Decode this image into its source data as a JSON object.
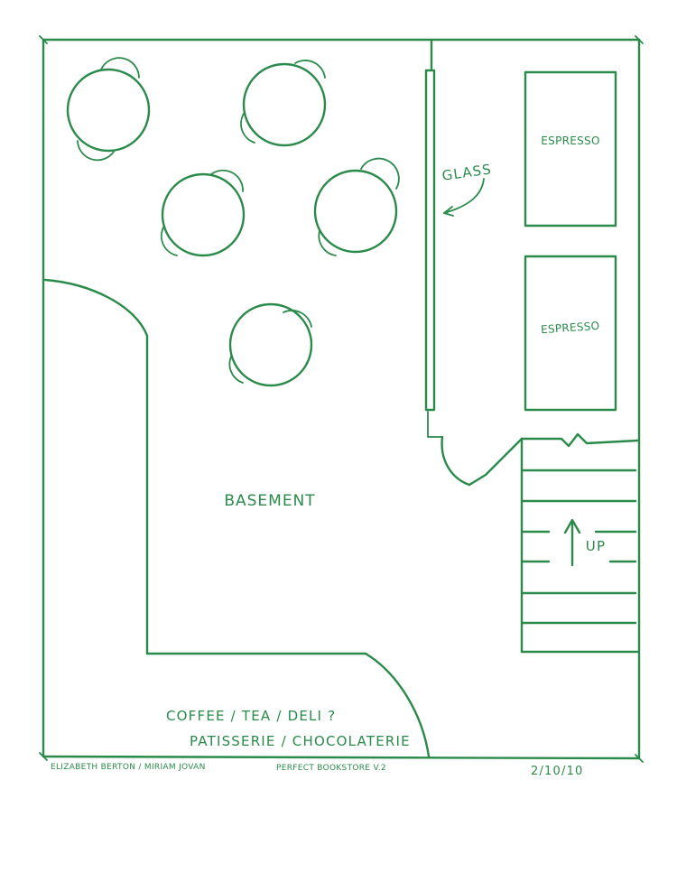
{
  "plan": {
    "room_label": "BASEMENT",
    "glass_label": "GLASS",
    "counters": [
      {
        "label": "ESPRESSO"
      },
      {
        "label": "ESPRESSO"
      }
    ],
    "stairs_label": "UP",
    "notes": [
      "COFFEE / TEA / DELI ?",
      "PATISSERIE / CHOCOLATERIE"
    ]
  },
  "footer": {
    "authors": "ELIZABETH BERTON / MIRIAM JOVAN",
    "project": "PERFECT BOOKSTORE V.2",
    "date": "2/10/10"
  },
  "colors": {
    "ink": "#2a8a4a",
    "paper": "#ffffff"
  }
}
